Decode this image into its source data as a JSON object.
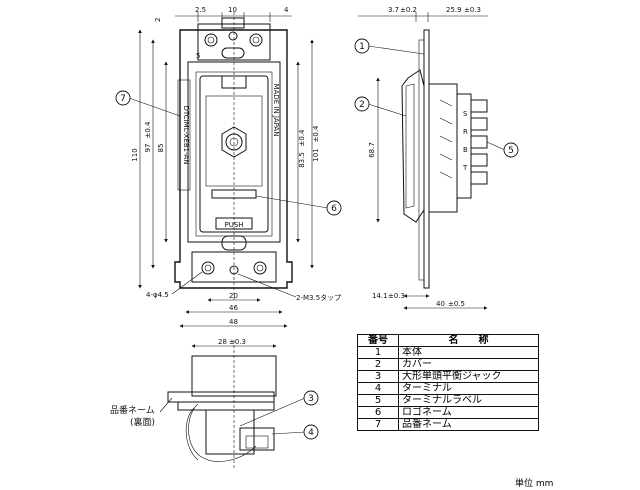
{
  "front_view": {
    "dims_top": [
      "2.5",
      "10",
      "4",
      "2"
    ],
    "dims_right": [
      "83.5",
      "±0.4",
      "101",
      "±0.4"
    ],
    "dims_left": [
      "110",
      "97",
      "±0.4",
      "85"
    ],
    "dims_bottom": [
      "4-φ4.5",
      "20",
      "46",
      "48",
      "2-M3.5タップ"
    ],
    "dim_small": "5",
    "name_plate_text": "DTCIML-XEB1-AN",
    "made_in": "MADE IN JAPAN",
    "push_label": "PUSH"
  },
  "side_view": {
    "dims_top": [
      "3.7",
      "±0.2",
      "25.9",
      "±0.3"
    ],
    "dim_height": "68.7",
    "dims_bottom": [
      "14.1",
      "±0.3",
      "40",
      "±0.5"
    ],
    "terminal_labels": [
      "S",
      "R",
      "B",
      "T"
    ]
  },
  "bottom_view": {
    "dim_width": "28",
    "dim_tol": "±0.3",
    "label_line1": "品番ネーム",
    "label_line2": "(裏面)"
  },
  "callouts": [
    "1",
    "2",
    "3",
    "4",
    "5",
    "6",
    "7"
  ],
  "parts_table": {
    "header_no": "番号",
    "header_name": "名　　称",
    "rows": [
      {
        "no": "1",
        "name": "本体"
      },
      {
        "no": "2",
        "name": "カバー"
      },
      {
        "no": "3",
        "name": "大形単頭平衡ジャック"
      },
      {
        "no": "4",
        "name": "ターミナル"
      },
      {
        "no": "5",
        "name": "ターミナルラベル"
      },
      {
        "no": "6",
        "name": "ロゴネーム"
      },
      {
        "no": "7",
        "name": "品番ネーム"
      }
    ]
  },
  "unit_label": "単位 mm"
}
